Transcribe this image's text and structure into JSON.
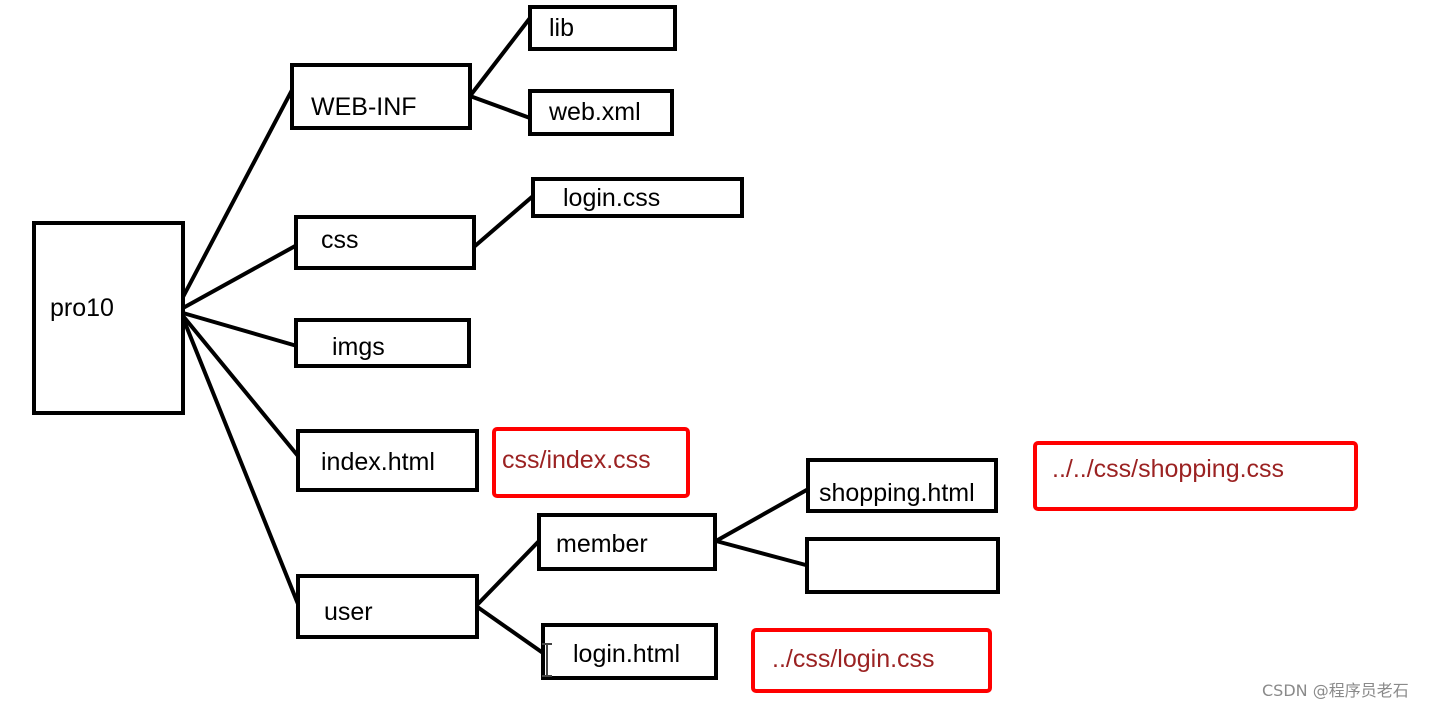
{
  "nodes": {
    "root": "pro10",
    "web_inf": "WEB-INF",
    "lib": "lib",
    "web_xml": "web.xml",
    "css": "css",
    "login_css": "login.css",
    "imgs": "imgs",
    "index_html": "index.html",
    "user": "user",
    "member": "member",
    "shopping_html": "shopping.html",
    "member_empty": "",
    "login_html": "login.html"
  },
  "annotations": {
    "index_css_path": "css/index.css",
    "shopping_css_path": "../../css/shopping.css",
    "login_css_path": "../css/login.css"
  },
  "watermark": "CSDN @程序员老石",
  "colors": {
    "line": "#000000",
    "box_border": "#000000",
    "annotation_border": "#ff0000",
    "annotation_text": "#9b2222",
    "watermark": "#8a8a8a",
    "background": "#ffffff"
  }
}
